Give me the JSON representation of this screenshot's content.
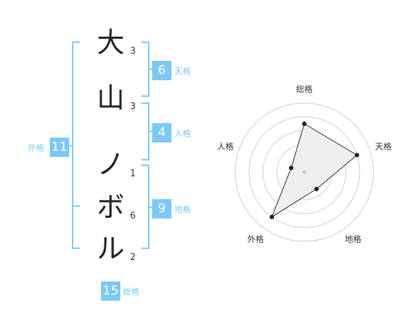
{
  "name_chars": [
    {
      "char": "大",
      "strokes": "3"
    },
    {
      "char": "山",
      "strokes": "3"
    },
    {
      "char": "ノ",
      "strokes": "1"
    },
    {
      "char": "ボ",
      "strokes": "6"
    },
    {
      "char": "ル",
      "strokes": "2"
    }
  ],
  "kaku": {
    "tenkaku": {
      "value": "6",
      "label": "天格"
    },
    "jinkaku": {
      "value": "4",
      "label": "人格"
    },
    "chikaku": {
      "value": "9",
      "label": "地格"
    },
    "gaikaku": {
      "value": "11",
      "label": "外格"
    },
    "soukaku": {
      "value": "15",
      "label": "総格"
    }
  },
  "colors": {
    "accent": "#7ec8f5",
    "char_text": "#222222",
    "radar_fill": "#efefef",
    "radar_grid": "#cccccc"
  },
  "chart_data": {
    "type": "radar",
    "axes": [
      "総格",
      "天格",
      "地格",
      "外格",
      "人格"
    ],
    "values": [
      3.5,
      4.0,
      1.5,
      4.0,
      1.0
    ],
    "range": [
      0,
      5
    ],
    "rings": 5,
    "grid": true
  }
}
